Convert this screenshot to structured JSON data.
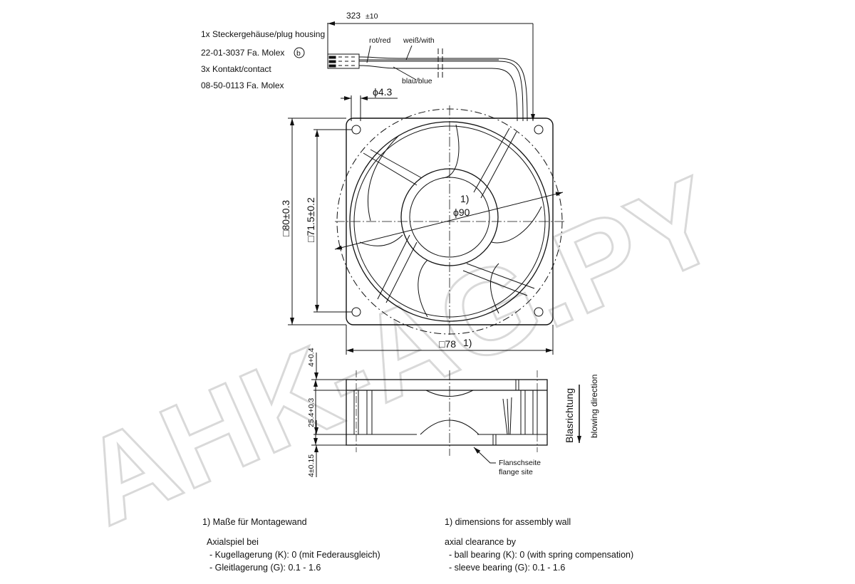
{
  "watermark": "AHK-AG.PY",
  "connector": {
    "lines": [
      "1x Steckergehäuse/plug housing",
      "22-01-3037 Fa. Molex",
      "3x Kontakt/contact",
      "08-50-0113 Fa. Molex"
    ],
    "badge": "b"
  },
  "cable": {
    "length": "323",
    "length_tol": "±10",
    "red": "rot/red",
    "white": "weiß/with",
    "blue": "blau/blue"
  },
  "dimensions": {
    "hole": "ϕ4.3",
    "outer": "□80±0.3",
    "hole_spacing": "□71.5±0.2",
    "circle": "ϕ90",
    "circle_note": "1)",
    "wall": "□78",
    "wall_note": "1)",
    "flange_top": "4+0.4",
    "height": "25.4+0.3",
    "flange_bottom": "4±0.15"
  },
  "side_view": {
    "flange_label_de": "Flanschseite",
    "flange_label_en": "flange site",
    "direction_de": "Blasrichtung",
    "direction_en": "blowing direction"
  },
  "notes_de": {
    "title": "1) Maße für Montagewand",
    "subtitle": "Axialspiel bei",
    "items": [
      "- Kugellagerung (K): 0 (mit Federausgleich)",
      "- Gleitlagerung (G): 0.1 - 1.6"
    ]
  },
  "notes_en": {
    "title": "1) dimensions for assembly wall",
    "subtitle": "axial clearance by",
    "items": [
      "- ball bearing (K): 0 (with spring compensation)",
      "- sleeve bearing (G): 0.1 - 1.6"
    ]
  }
}
